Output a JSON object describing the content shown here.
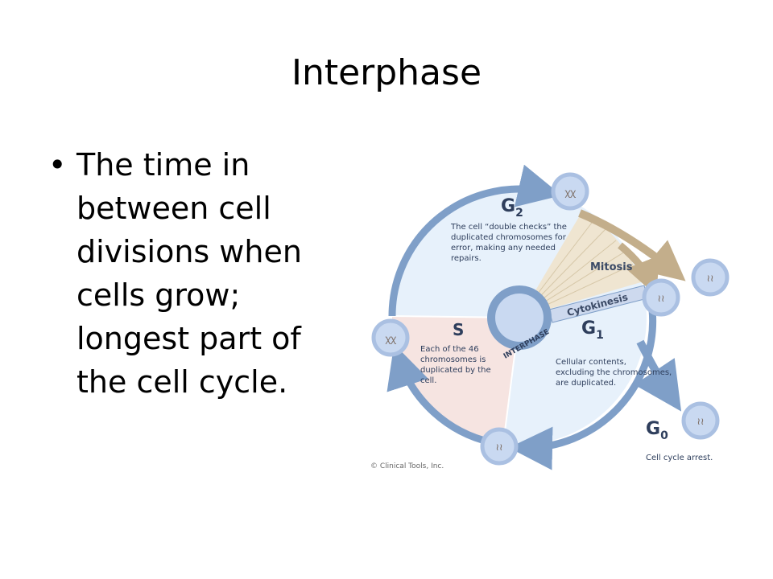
{
  "slide": {
    "title": "Interphase",
    "bullet_symbol": "•",
    "bullet_text": "The time in between cell divisions when cells grow; longest part of the cell cycle."
  },
  "diagram": {
    "g2": {
      "letter": "G",
      "sub": "2",
      "desc": [
        "The cell “double checks” the",
        "duplicated chromosomes for",
        "error, making any needed",
        "repairs."
      ]
    },
    "mitosis": "Mitosis",
    "cytokinesis": "Cytokinesis",
    "g1": {
      "letter": "G",
      "sub": "1",
      "desc": [
        "Cellular contents,",
        "excluding the chromosomes,",
        "are duplicated."
      ]
    },
    "s": {
      "letter": "S",
      "desc": [
        "Each of the 46",
        "chromosomes is",
        "duplicated by the",
        "cell."
      ]
    },
    "interphase_label": "INTERPHASE",
    "g0": {
      "letter": "G",
      "sub": "0",
      "desc": "Cell cycle arrest."
    },
    "copyright": "© Clinical Tools, Inc.",
    "colors": {
      "arrow_blue": "#7f9fc8",
      "g_region": "#e7f1fb",
      "s_region": "#f6e4e1",
      "mitosis_wedge": "#efe5d1",
      "mitosis_arrow": "#c3ae8b",
      "cell_fill": "#c9d9f1",
      "cell_ring": "#aac0e2"
    }
  }
}
